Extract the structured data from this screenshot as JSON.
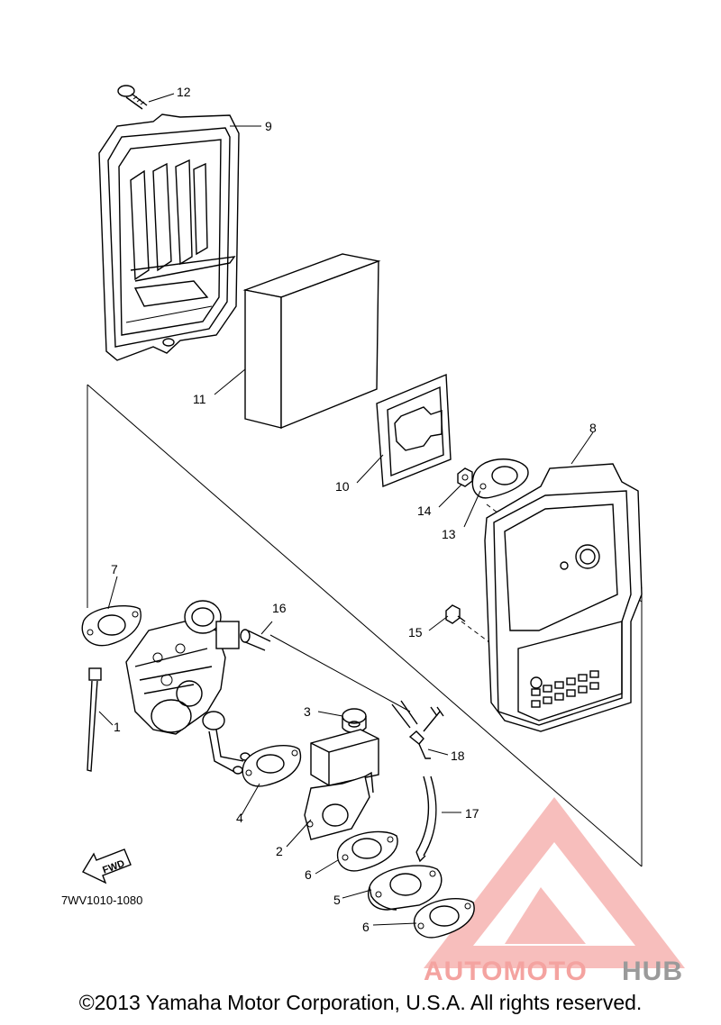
{
  "diagram": {
    "part_numbers": {
      "p1": "1",
      "p2": "2",
      "p3": "3",
      "p4": "4",
      "p5": "5",
      "p6a": "6",
      "p6b": "6",
      "p7": "7",
      "p8": "8",
      "p9": "9",
      "p10": "10",
      "p11": "11",
      "p12": "12",
      "p13": "13",
      "p14": "14",
      "p15": "15",
      "p16": "16",
      "p17": "17",
      "p18": "18"
    },
    "fwd_label": "FWD",
    "diagram_code": "7WV1010-1080"
  },
  "watermark": {
    "text_part1": "AUTOMOTO",
    "text_part2": "HUB",
    "color_primary": "#f4a3a0",
    "color_secondary": "#9a9a9a"
  },
  "footer": {
    "copyright": "©2013 Yamaha Motor Corporation, U.S.A. All rights reserved."
  }
}
